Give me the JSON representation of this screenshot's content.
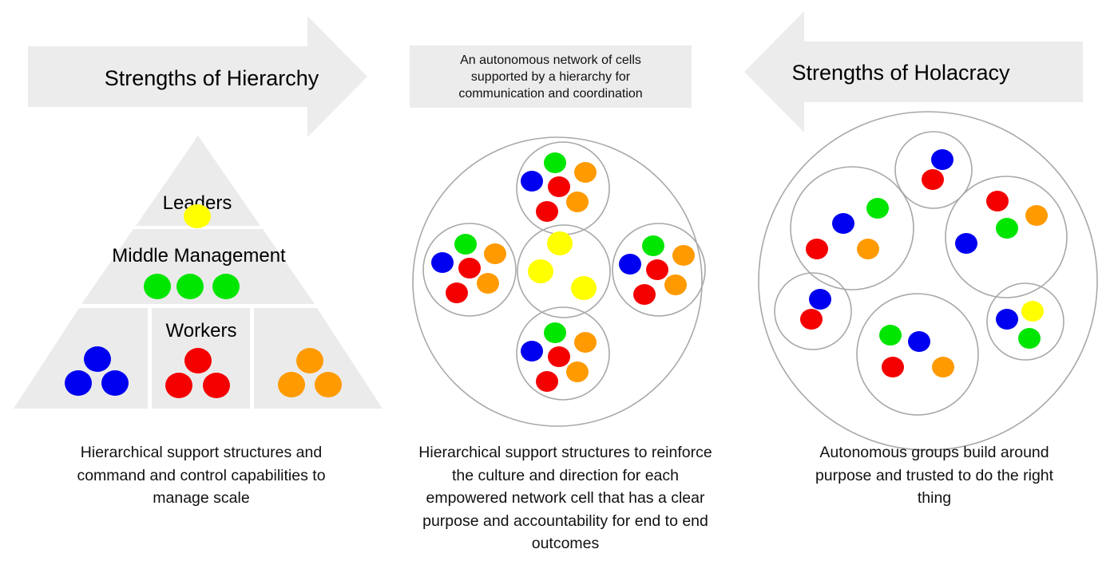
{
  "colors": {
    "arrow_fill": "#ececec",
    "pyramid_fill": "#ebebeb",
    "ring_stroke": "#a8a8a8",
    "dot_colors": {
      "yellow": "#ffff00",
      "green": "#00e600",
      "blue": "#0000f0",
      "red": "#f50000",
      "orange": "#ff9a00"
    }
  },
  "left": {
    "arrow_label": "Strengths of Hierarchy",
    "pyramid": {
      "leaders_label": "Leaders",
      "middle_label": "Middle Management",
      "workers_label": "Workers"
    },
    "caption_lines": [
      "Hierarchical support structures and",
      "command and control capabilities to",
      "manage scale"
    ]
  },
  "center": {
    "box_lines": [
      "An autonomous network of cells",
      "supported by a hierarchy for",
      "communication and coordination"
    ],
    "caption_lines": [
      "Hierarchical support structures to reinforce",
      "the culture and direction for each",
      "empowered network cell that has a clear",
      "purpose and accountability for end to end",
      "outcomes"
    ]
  },
  "right": {
    "arrow_label": "Strengths of Holacracy",
    "caption_lines": [
      "Autonomous groups build around",
      "purpose and trusted to do the right",
      "thing"
    ]
  }
}
